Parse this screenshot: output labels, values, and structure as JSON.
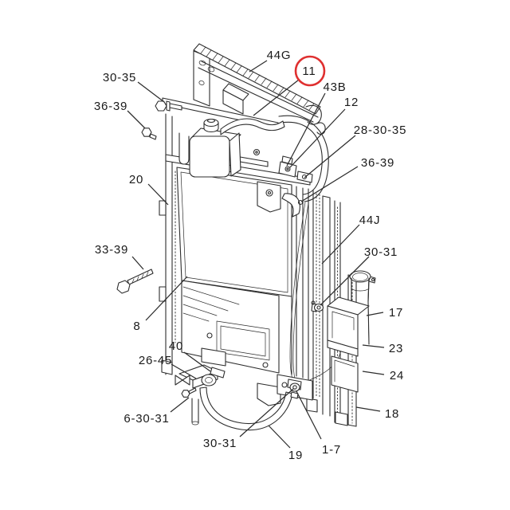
{
  "diagram": {
    "description": "Exploded technical parts diagram of a radiator assembly with callout numbers, leader lines and a red highlighted callout",
    "background_color": "#ffffff",
    "line_color": "#2d2d2d",
    "label_color": "#1b1b1b",
    "highlight": {
      "label": "11",
      "circle_color": "#df3030"
    },
    "labels": {
      "L44G": "44G",
      "L11": "11",
      "L43B": "43B",
      "L12": "12",
      "L28_30_35": "28-30-35",
      "L36_39_right": "36-39",
      "L44J": "44J",
      "L30_31_right": "30-31",
      "L17": "17",
      "L23": "23",
      "L24": "24",
      "L18": "18",
      "L1_7": "1-7",
      "L19": "19",
      "L30_31_bottom": "30-31",
      "L6_30_31": "6-30-31",
      "L26_45": "26-45",
      "L40": "40",
      "L8": "8",
      "L33_39": "33-39",
      "L20": "20",
      "L36_39_left": "36-39",
      "L30_35": "30-35"
    }
  }
}
